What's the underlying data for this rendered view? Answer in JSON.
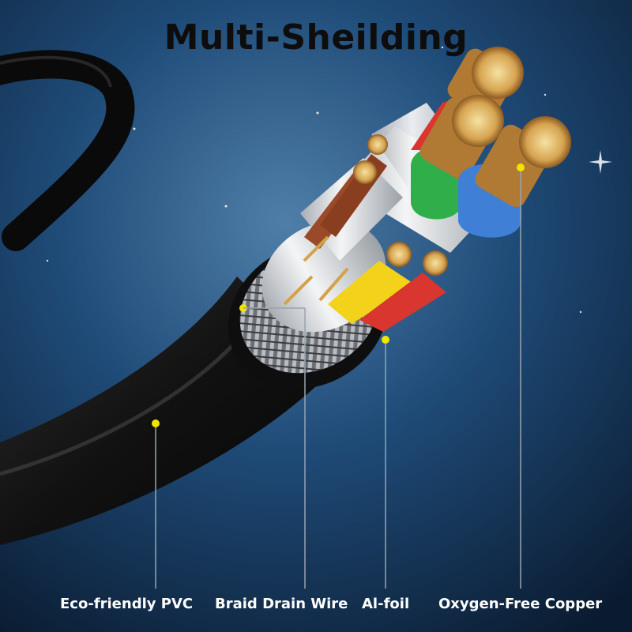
{
  "title": "Multi-Sheilding",
  "labels": {
    "pvc": "Eco-friendly PVC",
    "braid": "Braid Drain Wire",
    "foil": "Al-foil",
    "copper": "Oxygen-Free Copper"
  },
  "colors": {
    "background": "#123a63",
    "jacket": "#141414",
    "callout_dot": "#f2e300",
    "wire_red": "#d8362e",
    "wire_green": "#2fae4a",
    "wire_blue": "#3f7fd6",
    "wire_yellow": "#f2d21a",
    "wire_brown": "#9a4a28",
    "copper": "#c8903c"
  }
}
